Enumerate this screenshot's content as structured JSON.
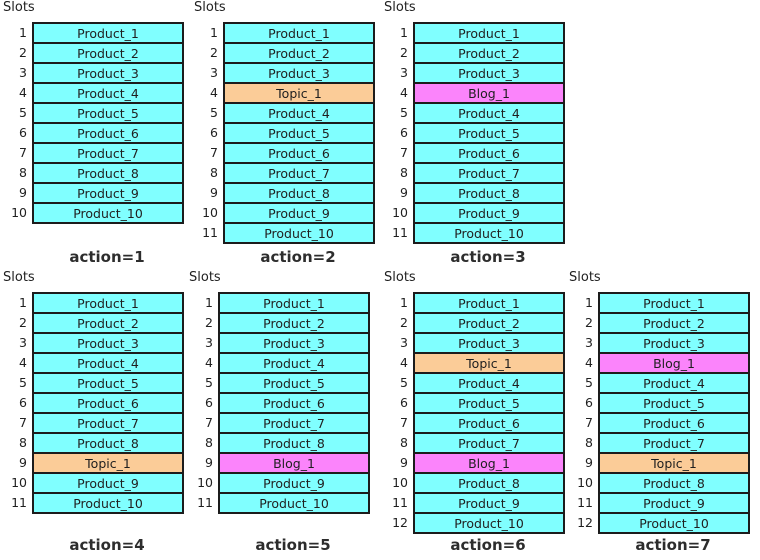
{
  "figure": {
    "slots_header": "Slots",
    "colors": {
      "product": "#80FFFF",
      "topic": "#FBCC98",
      "blog": "#FB84FB",
      "border": "#1C1C1C",
      "text": "#1F1F1F",
      "background": "#FFFFFF"
    },
    "panels": [
      {
        "caption": "action=1",
        "row": "top",
        "slots": [
          {
            "n": 1,
            "label": "Product_1",
            "kind": "product"
          },
          {
            "n": 2,
            "label": "Product_2",
            "kind": "product"
          },
          {
            "n": 3,
            "label": "Product_3",
            "kind": "product"
          },
          {
            "n": 4,
            "label": "Product_4",
            "kind": "product"
          },
          {
            "n": 5,
            "label": "Product_5",
            "kind": "product"
          },
          {
            "n": 6,
            "label": "Product_6",
            "kind": "product"
          },
          {
            "n": 7,
            "label": "Product_7",
            "kind": "product"
          },
          {
            "n": 8,
            "label": "Product_8",
            "kind": "product"
          },
          {
            "n": 9,
            "label": "Product_9",
            "kind": "product"
          },
          {
            "n": 10,
            "label": "Product_10",
            "kind": "product"
          }
        ]
      },
      {
        "caption": "action=2",
        "row": "top",
        "slots": [
          {
            "n": 1,
            "label": "Product_1",
            "kind": "product"
          },
          {
            "n": 2,
            "label": "Product_2",
            "kind": "product"
          },
          {
            "n": 3,
            "label": "Product_3",
            "kind": "product"
          },
          {
            "n": 4,
            "label": "Topic_1",
            "kind": "topic"
          },
          {
            "n": 5,
            "label": "Product_4",
            "kind": "product"
          },
          {
            "n": 6,
            "label": "Product_5",
            "kind": "product"
          },
          {
            "n": 7,
            "label": "Product_6",
            "kind": "product"
          },
          {
            "n": 8,
            "label": "Product_7",
            "kind": "product"
          },
          {
            "n": 9,
            "label": "Product_8",
            "kind": "product"
          },
          {
            "n": 10,
            "label": "Product_9",
            "kind": "product"
          },
          {
            "n": 11,
            "label": "Product_10",
            "kind": "product"
          }
        ]
      },
      {
        "caption": "action=3",
        "row": "top",
        "slots": [
          {
            "n": 1,
            "label": "Product_1",
            "kind": "product"
          },
          {
            "n": 2,
            "label": "Product_2",
            "kind": "product"
          },
          {
            "n": 3,
            "label": "Product_3",
            "kind": "product"
          },
          {
            "n": 4,
            "label": "Blog_1",
            "kind": "blog"
          },
          {
            "n": 5,
            "label": "Product_4",
            "kind": "product"
          },
          {
            "n": 6,
            "label": "Product_5",
            "kind": "product"
          },
          {
            "n": 7,
            "label": "Product_6",
            "kind": "product"
          },
          {
            "n": 8,
            "label": "Product_7",
            "kind": "product"
          },
          {
            "n": 9,
            "label": "Product_8",
            "kind": "product"
          },
          {
            "n": 10,
            "label": "Product_9",
            "kind": "product"
          },
          {
            "n": 11,
            "label": "Product_10",
            "kind": "product"
          }
        ]
      },
      {
        "caption": "action=4",
        "row": "bottom",
        "slots": [
          {
            "n": 1,
            "label": "Product_1",
            "kind": "product"
          },
          {
            "n": 2,
            "label": "Product_2",
            "kind": "product"
          },
          {
            "n": 3,
            "label": "Product_3",
            "kind": "product"
          },
          {
            "n": 4,
            "label": "Product_4",
            "kind": "product"
          },
          {
            "n": 5,
            "label": "Product_5",
            "kind": "product"
          },
          {
            "n": 6,
            "label": "Product_6",
            "kind": "product"
          },
          {
            "n": 7,
            "label": "Product_7",
            "kind": "product"
          },
          {
            "n": 8,
            "label": "Product_8",
            "kind": "product"
          },
          {
            "n": 9,
            "label": "Topic_1",
            "kind": "topic"
          },
          {
            "n": 10,
            "label": "Product_9",
            "kind": "product"
          },
          {
            "n": 11,
            "label": "Product_10",
            "kind": "product"
          }
        ]
      },
      {
        "caption": "action=5",
        "row": "bottom",
        "slots": [
          {
            "n": 1,
            "label": "Product_1",
            "kind": "product"
          },
          {
            "n": 2,
            "label": "Product_2",
            "kind": "product"
          },
          {
            "n": 3,
            "label": "Product_3",
            "kind": "product"
          },
          {
            "n": 4,
            "label": "Product_4",
            "kind": "product"
          },
          {
            "n": 5,
            "label": "Product_5",
            "kind": "product"
          },
          {
            "n": 6,
            "label": "Product_6",
            "kind": "product"
          },
          {
            "n": 7,
            "label": "Product_7",
            "kind": "product"
          },
          {
            "n": 8,
            "label": "Product_8",
            "kind": "product"
          },
          {
            "n": 9,
            "label": "Blog_1",
            "kind": "blog"
          },
          {
            "n": 10,
            "label": "Product_9",
            "kind": "product"
          },
          {
            "n": 11,
            "label": "Product_10",
            "kind": "product"
          }
        ]
      },
      {
        "caption": "action=6",
        "row": "bottom",
        "slots": [
          {
            "n": 1,
            "label": "Product_1",
            "kind": "product"
          },
          {
            "n": 2,
            "label": "Product_2",
            "kind": "product"
          },
          {
            "n": 3,
            "label": "Product_3",
            "kind": "product"
          },
          {
            "n": 4,
            "label": "Topic_1",
            "kind": "topic"
          },
          {
            "n": 5,
            "label": "Product_4",
            "kind": "product"
          },
          {
            "n": 6,
            "label": "Product_5",
            "kind": "product"
          },
          {
            "n": 7,
            "label": "Product_6",
            "kind": "product"
          },
          {
            "n": 8,
            "label": "Product_7",
            "kind": "product"
          },
          {
            "n": 9,
            "label": "Blog_1",
            "kind": "blog"
          },
          {
            "n": 10,
            "label": "Product_8",
            "kind": "product"
          },
          {
            "n": 11,
            "label": "Product_9",
            "kind": "product"
          },
          {
            "n": 12,
            "label": "Product_10",
            "kind": "product"
          }
        ]
      },
      {
        "caption": "action=7",
        "row": "bottom",
        "slots": [
          {
            "n": 1,
            "label": "Product_1",
            "kind": "product"
          },
          {
            "n": 2,
            "label": "Product_2",
            "kind": "product"
          },
          {
            "n": 3,
            "label": "Product_3",
            "kind": "product"
          },
          {
            "n": 4,
            "label": "Blog_1",
            "kind": "blog"
          },
          {
            "n": 5,
            "label": "Product_4",
            "kind": "product"
          },
          {
            "n": 6,
            "label": "Product_5",
            "kind": "product"
          },
          {
            "n": 7,
            "label": "Product_6",
            "kind": "product"
          },
          {
            "n": 8,
            "label": "Product_7",
            "kind": "product"
          },
          {
            "n": 9,
            "label": "Topic_1",
            "kind": "topic"
          },
          {
            "n": 10,
            "label": "Product_8",
            "kind": "product"
          },
          {
            "n": 11,
            "label": "Product_9",
            "kind": "product"
          },
          {
            "n": 12,
            "label": "Product_10",
            "kind": "product"
          }
        ]
      }
    ]
  }
}
